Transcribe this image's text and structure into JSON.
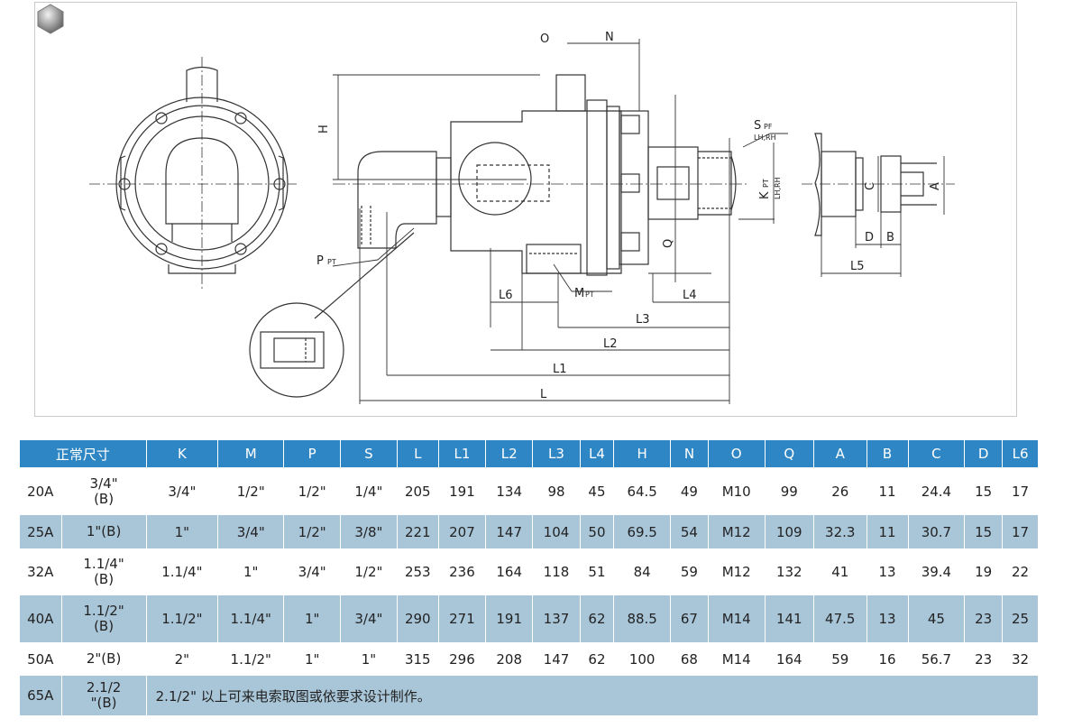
{
  "drawing": {
    "labels": {
      "O": "O",
      "N": "N",
      "H": "H",
      "S": "S",
      "S_thread": "PF",
      "S_dir": "LH,RH",
      "K": "K",
      "K_thread": "PT",
      "K_dir": "LH,RH",
      "C": "C",
      "A": "A",
      "P": "P",
      "P_thread": "PT",
      "M": "M",
      "M_thread": "PT",
      "Q": "Q",
      "D": "D",
      "B": "B",
      "L5": "L5",
      "L6": "L6",
      "L4": "L4",
      "L3": "L3",
      "L2": "L2",
      "L1": "L1",
      "L": "L"
    }
  },
  "table": {
    "header": [
      "正常尺寸",
      "K",
      "M",
      "P",
      "S",
      "L",
      "L1",
      "L2",
      "L3",
      "L4",
      "H",
      "N",
      "O",
      "Q",
      "A",
      "B",
      "C",
      "D",
      "L6"
    ],
    "rows": [
      {
        "size": "20A",
        "size2": "3/4\"\n(B)",
        "cells": [
          "3/4\"",
          "1/2\"",
          "1/2\"",
          "1/4\"",
          "205",
          "191",
          "134",
          "98",
          "45",
          "64.5",
          "49",
          "M10",
          "99",
          "26",
          "11",
          "24.4",
          "15",
          "17"
        ]
      },
      {
        "size": "25A",
        "size2": "1\"(B)",
        "cells": [
          "1\"",
          "3/4\"",
          "1/2\"",
          "3/8\"",
          "221",
          "207",
          "147",
          "104",
          "50",
          "69.5",
          "54",
          "M12",
          "109",
          "32.3",
          "11",
          "30.7",
          "15",
          "17"
        ]
      },
      {
        "size": "32A",
        "size2": "1.1/4\"\n(B)",
        "cells": [
          "1.1/4\"",
          "1\"",
          "3/4\"",
          "1/2\"",
          "253",
          "236",
          "164",
          "118",
          "51",
          "84",
          "59",
          "M12",
          "132",
          "41",
          "13",
          "39.4",
          "19",
          "22"
        ]
      },
      {
        "size": "40A",
        "size2": "1.1/2\"\n(B)",
        "cells": [
          "1.1/2\"",
          "1.1/4\"",
          "1\"",
          "3/4\"",
          "290",
          "271",
          "191",
          "137",
          "62",
          "88.5",
          "67",
          "M14",
          "141",
          "47.5",
          "13",
          "45",
          "23",
          "25"
        ]
      },
      {
        "size": "50A",
        "size2": "2\"(B)",
        "cells": [
          "2\"",
          "1.1/2\"",
          "1\"",
          "1\"",
          "315",
          "296",
          "208",
          "147",
          "62",
          "100",
          "68",
          "M14",
          "164",
          "59",
          "16",
          "56.7",
          "23",
          "32"
        ]
      },
      {
        "size": "65A",
        "size2": "2.1/2\n\"(B)",
        "note": "2.1/2\" 以上可来电索取图或依要求设计制作。"
      }
    ]
  }
}
